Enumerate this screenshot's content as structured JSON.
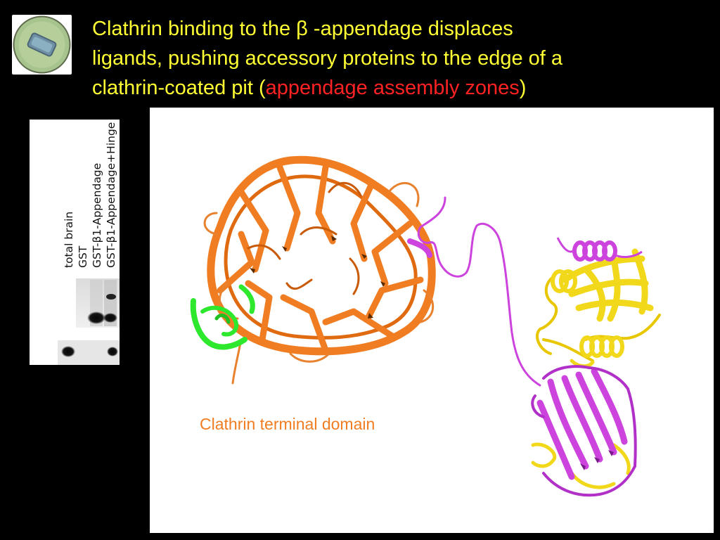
{
  "title": {
    "line1": "Clathrin binding to the β -appendage displaces",
    "line2": "ligands, pushing accessory proteins to the edge of a",
    "line3_pre": "clathrin-coated pit (",
    "line3_highlight": "appendage assembly zones",
    "line3_post": ")"
  },
  "gel": {
    "lanes": [
      "total brain",
      "GST",
      "GST-β1-Appendage",
      "GST-β1-Appendage+Hinge"
    ]
  },
  "figure": {
    "ctd_label": "Clathrin terminal domain"
  },
  "colors": {
    "title": "#ffff33",
    "highlight": "#ff2222",
    "clathrin": "#f07d22",
    "ligand": "#2ee82e",
    "appendage": "#f2d81a",
    "hinge": "#cc44dd"
  }
}
